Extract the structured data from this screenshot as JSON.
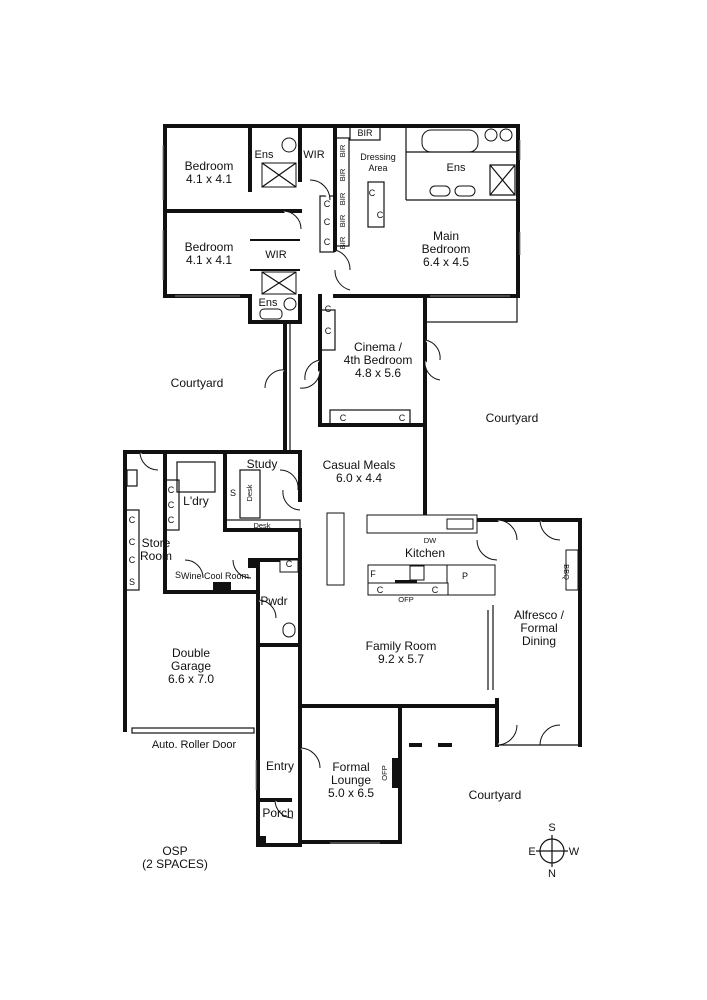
{
  "rooms": {
    "bedroom_1": {
      "name": "Bedroom",
      "size": "4.1 x 4.1"
    },
    "bedroom_2": {
      "name": "Bedroom",
      "size": "4.1 x 4.1"
    },
    "main_bedroom": {
      "name": "Main",
      "name2": "Bedroom",
      "size": "6.4 x 4.5"
    },
    "cinema": {
      "name": "Cinema /",
      "name2": "4th Bedroom",
      "size": "4.8 x 5.6"
    },
    "casual_meals": {
      "name": "Casual Meals",
      "size": "6.0 x 4.4"
    },
    "family_room": {
      "name": "Family Room",
      "size": "9.2 x 5.7"
    },
    "double_garage": {
      "name": "Double",
      "name2": "Garage",
      "size": "6.6 x 7.0"
    },
    "formal_lounge": {
      "name": "Formal",
      "name2": "Lounge",
      "size": "5.0 x 6.5"
    }
  },
  "labels": {
    "ens": "Ens",
    "wir": "WIR",
    "bir": "BIR",
    "c": "C",
    "s": "S",
    "p": "P",
    "f": "F",
    "dressing_1": "Dressing",
    "dressing_2": "Area",
    "courtyard": "Courtyard",
    "study": "Study",
    "laundry": "L'dry",
    "desk": "Desk",
    "store_1": "Store",
    "store_2": "Room",
    "wine_cool_room": "Wine Cool Room",
    "powder": "Pwdr",
    "kitchen": "Kitchen",
    "dw": "DW",
    "ofp": "OFP",
    "bbq": "BBQ",
    "alfresco_1": "Alfresco /",
    "alfresco_2": "Formal",
    "alfresco_3": "Dining",
    "roller_door": "Auto. Roller Door",
    "entry": "Entry",
    "porch": "Porch",
    "osp_1": "OSP",
    "osp_2": "(2 SPACES)"
  },
  "compass": {
    "north": "N",
    "south": "S",
    "east": "E",
    "west": "W"
  }
}
